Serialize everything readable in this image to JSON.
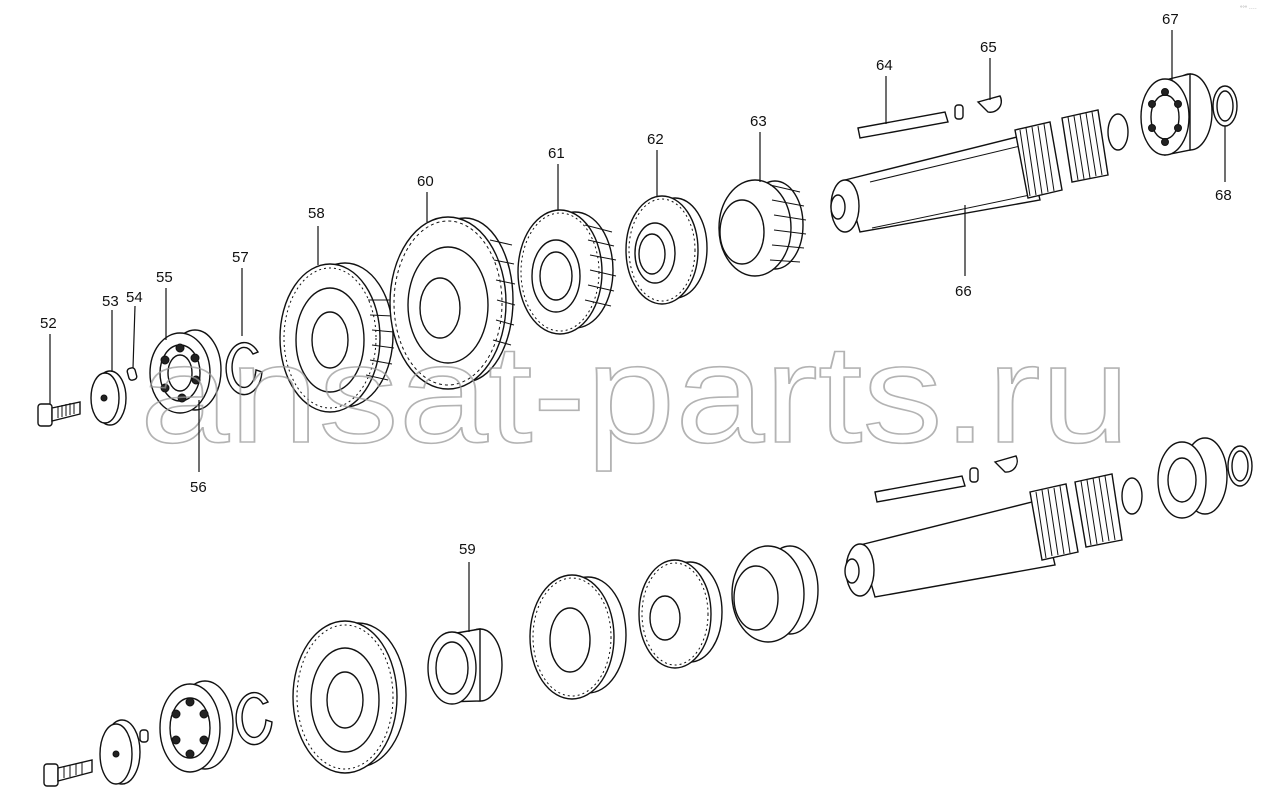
{
  "watermark": "ansat-parts.ru",
  "corner_mark": "°°° ····",
  "callouts": [
    "52",
    "53",
    "54",
    "55",
    "56",
    "57",
    "58",
    "59",
    "60",
    "61",
    "62",
    "63",
    "64",
    "65",
    "66",
    "67",
    "68"
  ]
}
